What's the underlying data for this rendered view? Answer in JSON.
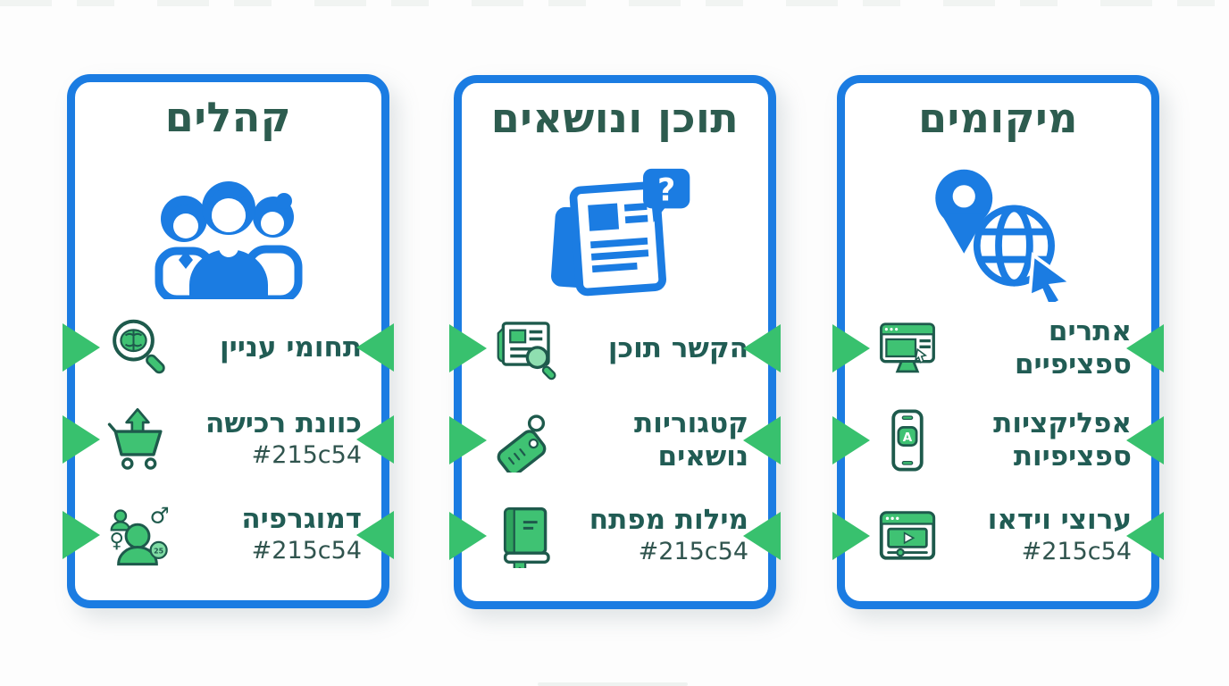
{
  "colors": {
    "blue": "#1b7ce2",
    "green": "#38c16e",
    "heading": "#2d5c4f",
    "text": "#215c54",
    "sub": "#30544e"
  },
  "cards": [
    {
      "id": "audiences",
      "title": "קהלים",
      "hero_icon": "people-group-icon",
      "items": [
        {
          "icon": "brain-magnifier-icon",
          "label": "תחומי עניין",
          "label2": "",
          "sub": ""
        },
        {
          "icon": "cart-up-arrow-icon",
          "label": "כוונת רכישה",
          "label2": "",
          "sub": "#215c54"
        },
        {
          "icon": "demographics-icon",
          "label": "דמוגרפיה",
          "label2": "",
          "sub": "#215c54"
        }
      ]
    },
    {
      "id": "content-topics",
      "title": "תוכן ונושאים",
      "hero_icon": "newspaper-question-icon",
      "items": [
        {
          "icon": "newspaper-magnifier-icon",
          "label": "הקשר תוכן",
          "label2": "",
          "sub": ""
        },
        {
          "icon": "tag-icon",
          "label": "קטגוריות",
          "label2": "נושאים",
          "sub": ""
        },
        {
          "icon": "book-icon",
          "label": "מילות מפתח",
          "label2": "",
          "sub": "#215c54"
        }
      ]
    },
    {
      "id": "locations",
      "title": "מיקומים",
      "hero_icon": "map-pin-globe-cursor-icon",
      "items": [
        {
          "icon": "monitor-browser-icon",
          "label": "אתרים",
          "label2": "ספציפיים",
          "sub": ""
        },
        {
          "icon": "smartphone-app-icon",
          "label": "אפליקציות",
          "label2": "ספציפיות",
          "sub": ""
        },
        {
          "icon": "video-player-icon",
          "label": "ערוצי וידאו",
          "label2": "",
          "sub": "#215c54"
        }
      ]
    }
  ]
}
